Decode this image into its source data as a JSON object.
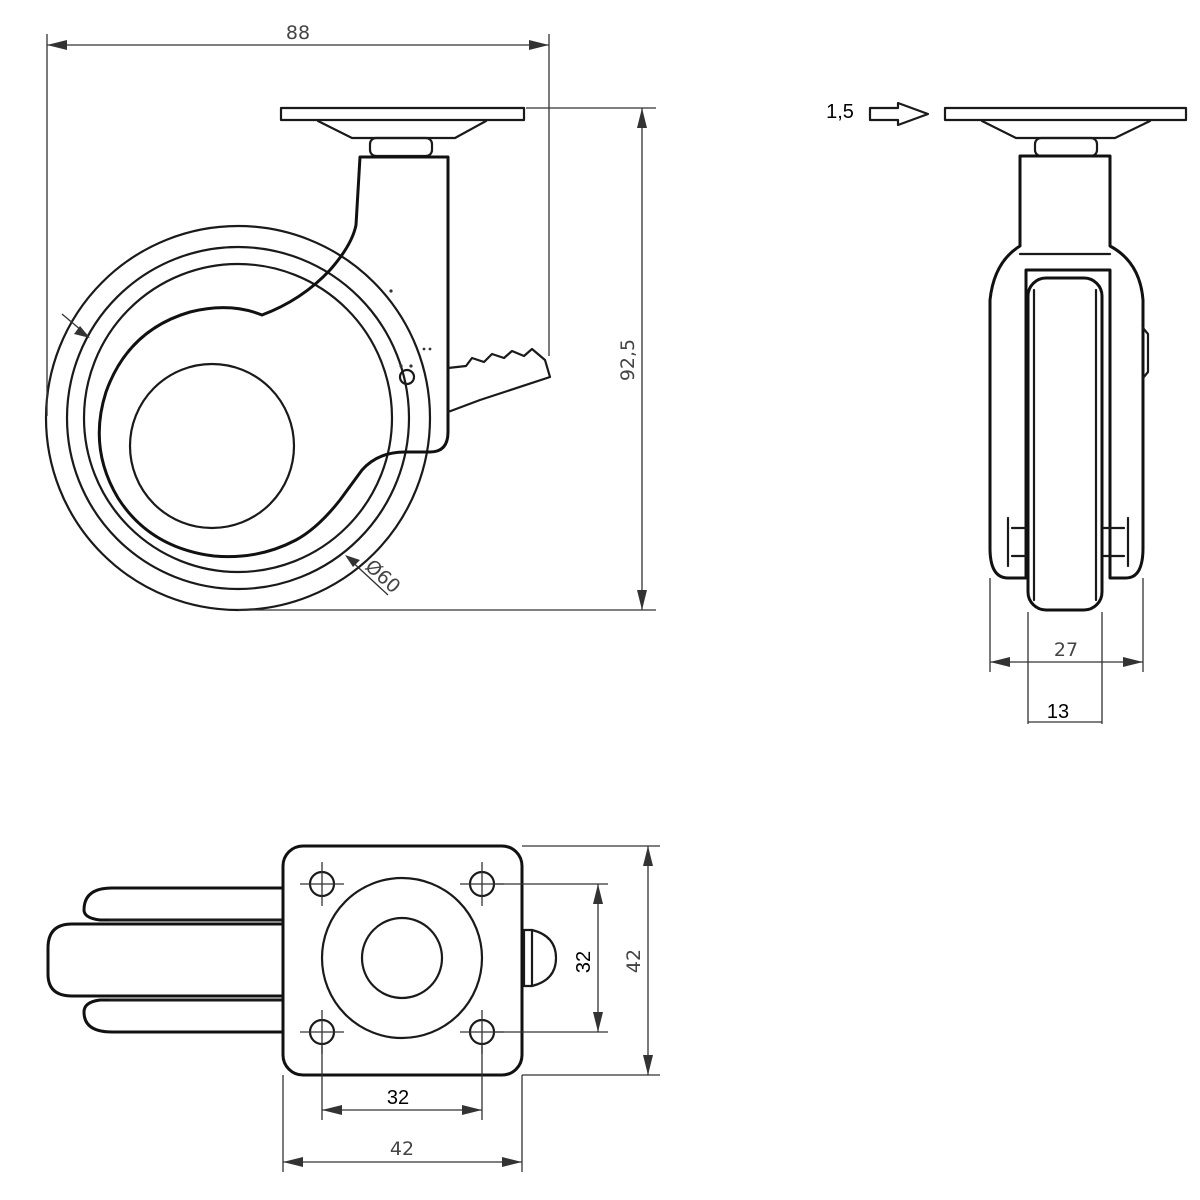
{
  "dimensions": {
    "overall_width": "88",
    "overall_height": "92,5",
    "wheel_diameter": "Ø60",
    "plate_thickness": "1,5",
    "fork_width": "27",
    "wheel_width": "13",
    "hole_spacing_vertical": "32",
    "plate_size_vertical": "42",
    "hole_spacing_horizontal": "32",
    "plate_size_horizontal": "42"
  },
  "colors": {
    "line": "#1a1a1a",
    "dimension_text_grey": "#444444",
    "dimension_text_black": "#000000",
    "background": "#ffffff"
  }
}
